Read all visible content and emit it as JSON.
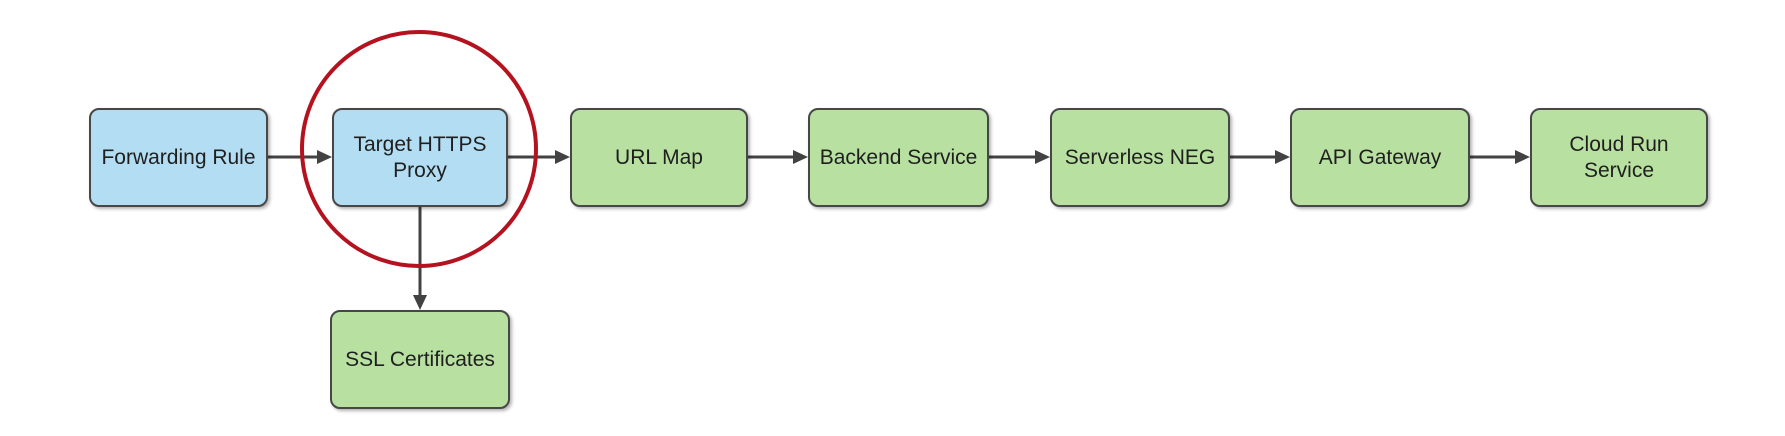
{
  "diagram": {
    "title_implied": "Load balancer to Cloud Run flow",
    "nodes": [
      {
        "id": "forwarding-rule",
        "label": "Forwarding Rule",
        "fill": "blue"
      },
      {
        "id": "target-https-proxy",
        "label": "Target HTTPS\nProxy",
        "fill": "blue"
      },
      {
        "id": "url-map",
        "label": "URL Map",
        "fill": "green"
      },
      {
        "id": "backend-service",
        "label": "Backend Service",
        "fill": "green"
      },
      {
        "id": "serverless-neg",
        "label": "Serverless NEG",
        "fill": "green"
      },
      {
        "id": "api-gateway",
        "label": "API Gateway",
        "fill": "green"
      },
      {
        "id": "cloud-run-service",
        "label": "Cloud Run\nService",
        "fill": "green"
      },
      {
        "id": "ssl-certificates",
        "label": "SSL Certificates",
        "fill": "green"
      }
    ],
    "edges": [
      {
        "from": "forwarding-rule",
        "to": "target-https-proxy",
        "direction": "right"
      },
      {
        "from": "target-https-proxy",
        "to": "url-map",
        "direction": "right"
      },
      {
        "from": "url-map",
        "to": "backend-service",
        "direction": "right"
      },
      {
        "from": "backend-service",
        "to": "serverless-neg",
        "direction": "right"
      },
      {
        "from": "serverless-neg",
        "to": "api-gateway",
        "direction": "right"
      },
      {
        "from": "api-gateway",
        "to": "cloud-run-service",
        "direction": "right"
      },
      {
        "from": "target-https-proxy",
        "to": "ssl-certificates",
        "direction": "down"
      }
    ],
    "annotations": [
      {
        "type": "highlight-circle",
        "target": "target-https-proxy",
        "color": "#b5121f"
      }
    ],
    "colors": {
      "blue_fill": "#b3ddf2",
      "green_fill": "#b7e0a1",
      "node_border": "#474747",
      "arrow": "#424242",
      "highlight_red": "#b5121f",
      "background": "#ffffff",
      "text": "#1f1f1f"
    }
  }
}
